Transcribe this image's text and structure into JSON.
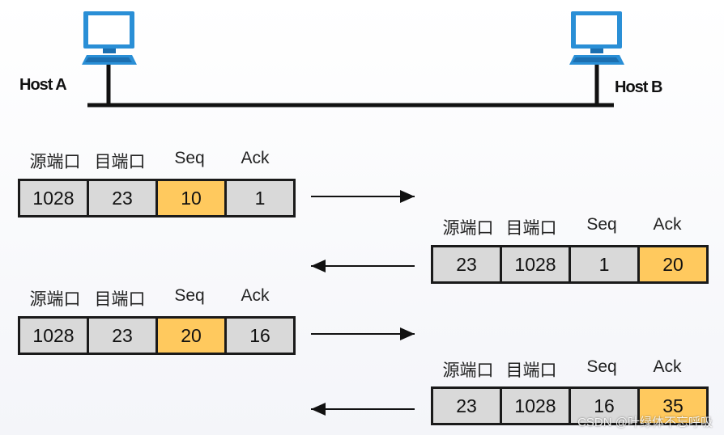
{
  "hosts": {
    "a": "Host A",
    "b": "Host B"
  },
  "headers": {
    "src": "源端口",
    "dst": "目端口",
    "seq": "Seq",
    "ack": "Ack"
  },
  "segments": [
    {
      "direction": "A->B",
      "src": "1028",
      "dst": "23",
      "seq": "10",
      "ack": "1",
      "highlight": "seq"
    },
    {
      "direction": "B->A",
      "src": "23",
      "dst": "1028",
      "seq": "1",
      "ack": "20",
      "highlight": "ack"
    },
    {
      "direction": "A->B",
      "src": "1028",
      "dst": "23",
      "seq": "20",
      "ack": "16",
      "highlight": "seq"
    },
    {
      "direction": "B->A",
      "src": "23",
      "dst": "1028",
      "seq": "16",
      "ack": "35",
      "highlight": "ack"
    }
  ],
  "colors": {
    "cell": "#d9d9d9",
    "highlight": "#ffc95e",
    "border": "#1a1a1a",
    "computer": "#2a8fd6"
  },
  "watermark": "CSDN @叶绿体不忘呼吸"
}
